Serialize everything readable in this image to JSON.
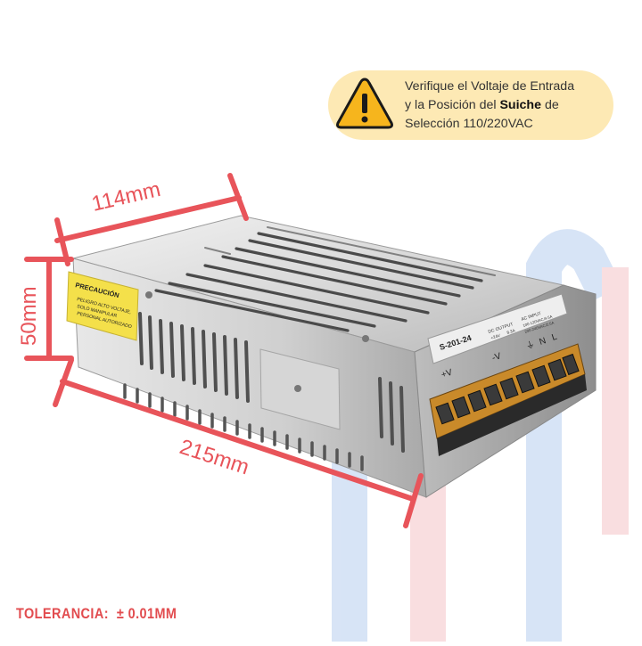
{
  "notice": {
    "line1": "Verifique el Voltaje de Entrada",
    "line2_pre": "y la Posición del ",
    "line2_bold": "Suiche",
    "line2_post": " de",
    "line3": "Selección 110/220VAC"
  },
  "dimensions": {
    "width": "114mm",
    "height": "50mm",
    "length": "215mm"
  },
  "product": {
    "warning_title": "PRECAUCIÓN",
    "warning_lines": [
      "PELIGRO ALTO VOLTAJE,",
      "SOLO MANIPULAR",
      "PERSONAL AUTORIZADO"
    ],
    "model": "S-201-24",
    "dc_output_label": "DC OUTPUT",
    "dc_output_values": [
      "+24V",
      "8.3A"
    ],
    "ac_input_label": "AC INPUT",
    "ac_input_lines": [
      "100-120VAC/4.5A",
      "200-240VAC/2.5A"
    ],
    "terminal_labels": [
      "+V",
      "-V",
      "⏚",
      "N",
      "L"
    ]
  },
  "tolerance": {
    "label": "TOLERANCIA:",
    "value": "± 0.01MM"
  },
  "colors": {
    "dimension_lines": "#e8545a",
    "notice_bg": "#fde9b4",
    "warning_sticker": "#f4e04a",
    "terminal_amber": "#c98a2a"
  }
}
